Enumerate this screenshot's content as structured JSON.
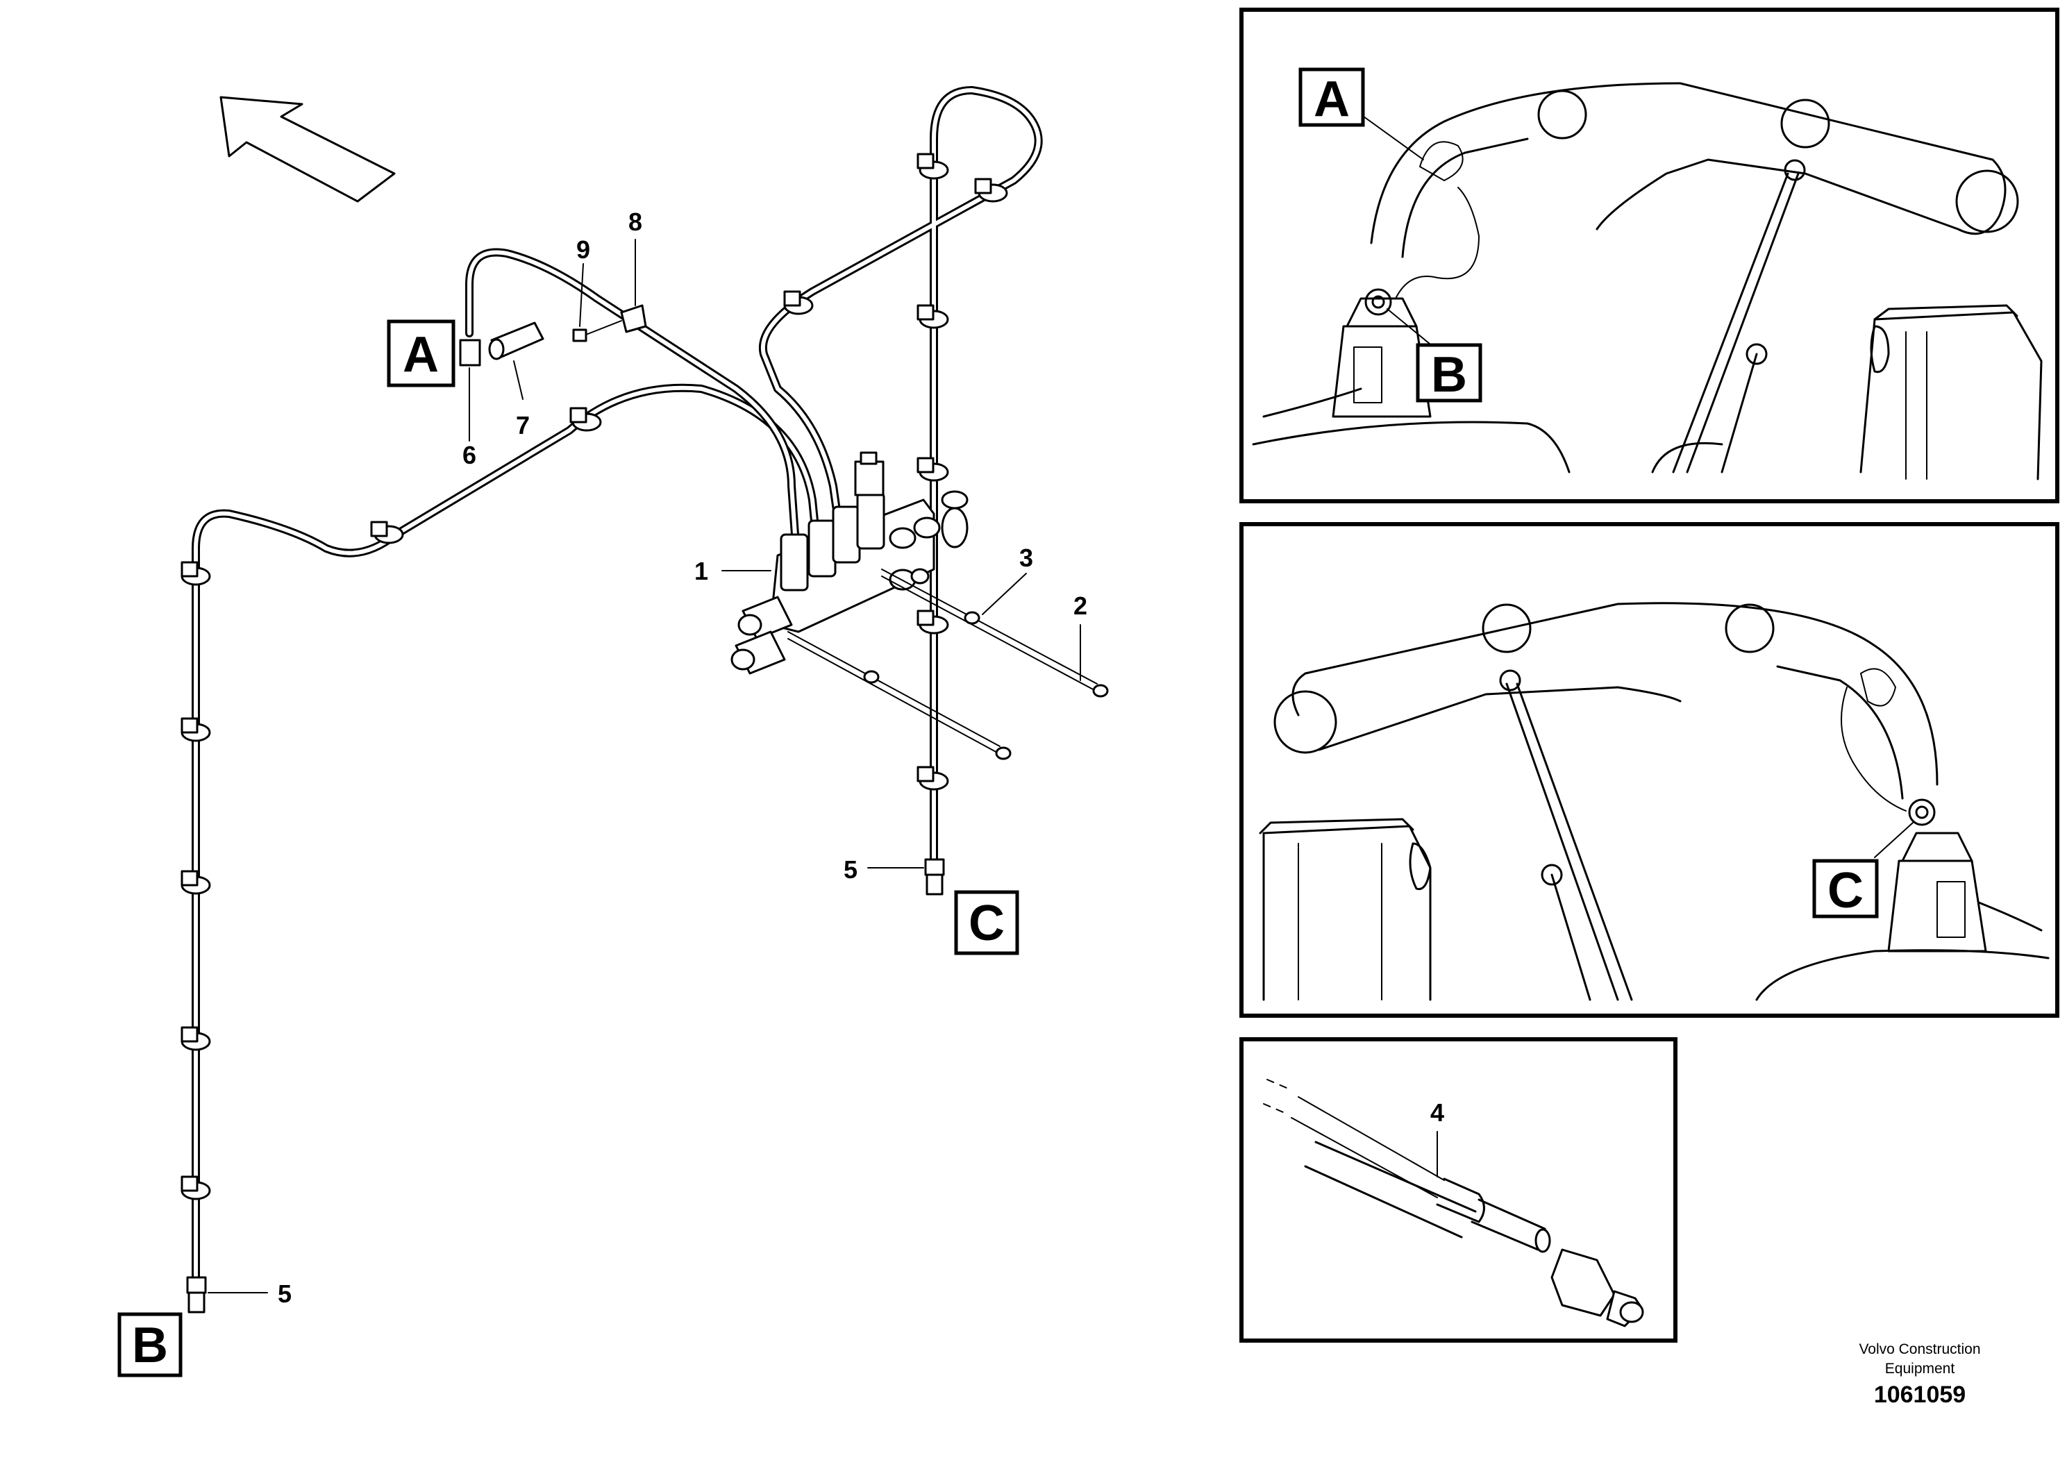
{
  "labels": {
    "box_a": "A",
    "box_b": "B",
    "box_c": "C",
    "detail_a": "A",
    "detail_b": "B",
    "detail_c": "C"
  },
  "callouts": {
    "p1": "1",
    "p2": "2",
    "p3": "3",
    "p4": "4",
    "p5_right": "5",
    "p5_left": "5",
    "p6": "6",
    "p7": "7",
    "p8": "8",
    "p9": "9"
  },
  "footer": {
    "brand_line1": "Volvo Construction",
    "brand_line2": "Equipment",
    "drawing_number": "1061059"
  }
}
